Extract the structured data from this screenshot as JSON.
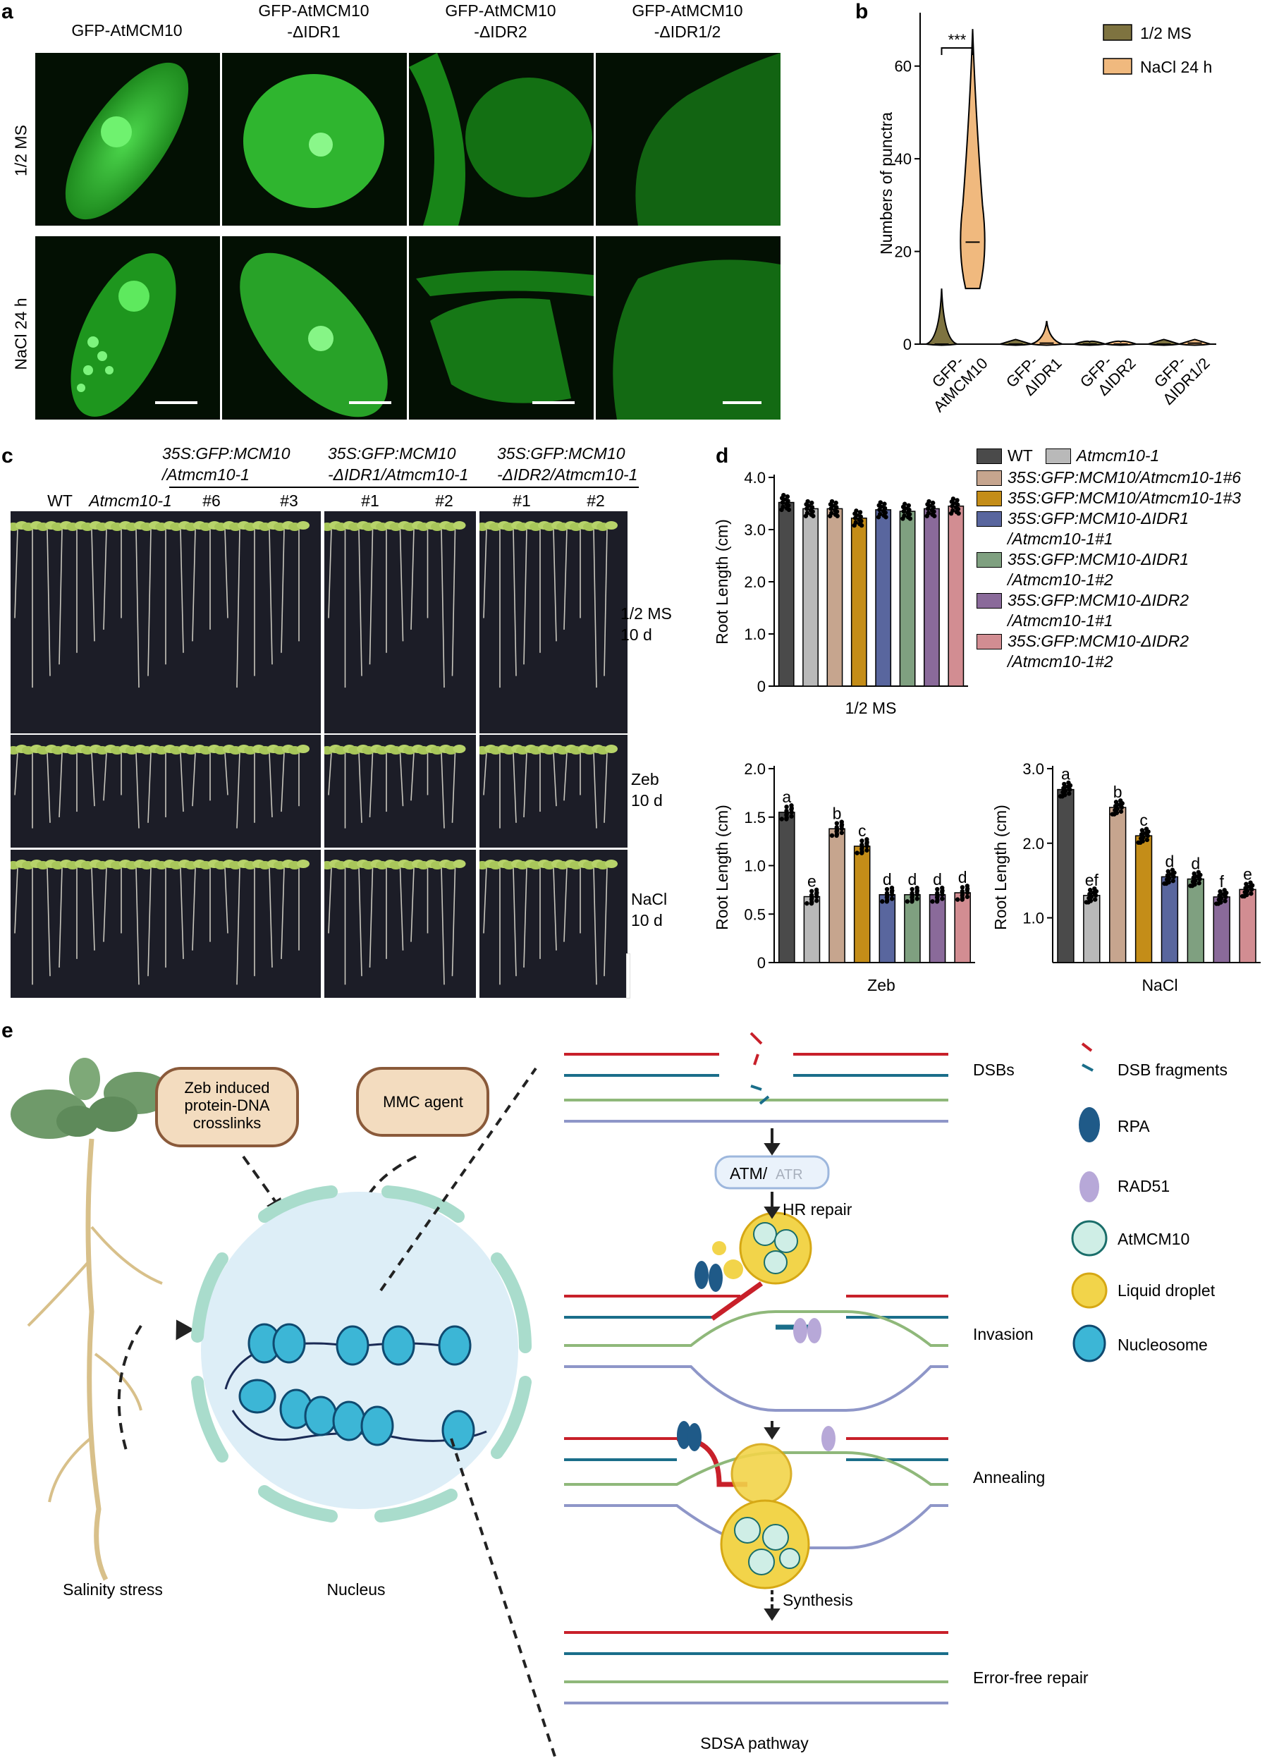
{
  "panels": {
    "a": "a",
    "b": "b",
    "c": "c",
    "d": "d",
    "e": "e"
  },
  "panel_a": {
    "columns": [
      "GFP-AtMCM10",
      "GFP-AtMCM10\n-ΔIDR1",
      "GFP-AtMCM10\n-ΔIDR2",
      "GFP-AtMCM10\n-ΔIDR1/2"
    ],
    "rows": [
      "1/2 MS",
      "NaCl 24 h"
    ]
  },
  "chart_data": [
    {
      "id": "b",
      "type": "violin",
      "ylabel": "Numbers of punctra",
      "ylim": [
        0,
        70
      ],
      "yticks": [
        0,
        20,
        40,
        60
      ],
      "categories": [
        "GFP-\nAtMCM10",
        "GFP-\nΔIDR1",
        "GFP-\nΔIDR2",
        "GFP-\nΔIDR1/2"
      ],
      "series": [
        {
          "name": "1/2 MS",
          "color": "#7e7340",
          "medians": [
            0,
            0,
            0,
            0
          ],
          "max": [
            12,
            1,
            0.5,
            1
          ]
        },
        {
          "name": "NaCl 24 h",
          "color": "#f0b97e",
          "medians": [
            22,
            0.2,
            0,
            0.2
          ],
          "max": [
            68,
            5,
            0.5,
            1
          ]
        }
      ],
      "significance": "***"
    },
    {
      "id": "d1",
      "type": "bar",
      "xlabel": "1/2 MS",
      "ylabel": "Root Length (cm)",
      "ylim": [
        0,
        4.0
      ],
      "yticks": [
        "0",
        "1.0",
        "2.0",
        "3.0",
        "4.0"
      ],
      "values": [
        3.52,
        3.4,
        3.4,
        3.22,
        3.38,
        3.35,
        3.4,
        3.45
      ]
    },
    {
      "id": "d2",
      "type": "bar",
      "xlabel": "Zeb",
      "ylabel": "Root Length (cm)",
      "ylim": [
        0,
        2.0
      ],
      "yticks": [
        "0",
        "0.5",
        "1.0",
        "1.5",
        "2.0"
      ],
      "values": [
        1.55,
        0.68,
        1.38,
        1.2,
        0.7,
        0.7,
        0.7,
        0.72
      ],
      "letters": [
        "a",
        "e",
        "b",
        "c",
        "d",
        "d",
        "d",
        "d"
      ]
    },
    {
      "id": "d3",
      "type": "bar",
      "xlabel": "NaCl",
      "ylabel": "Root Length (cm)",
      "ylim": [
        0.4,
        3.0
      ],
      "yticks": [
        "1.0",
        "2.0",
        "3.0"
      ],
      "values": [
        2.72,
        1.3,
        2.48,
        2.1,
        1.55,
        1.52,
        1.28,
        1.38
      ],
      "letters": [
        "a",
        "ef",
        "b",
        "c",
        "d",
        "d",
        "f",
        "e"
      ]
    }
  ],
  "legend_d": {
    "items": [
      {
        "label": "WT",
        "color": "#4a4a4a",
        "italic": false
      },
      {
        "label": "Atmcm10-1",
        "color": "#b9b9b9",
        "italic": true
      },
      {
        "label": "35S:GFP:MCM10/Atmcm10-1#6",
        "color": "#c6a58e",
        "italic": true
      },
      {
        "label": "35S:GFP:MCM10/Atmcm10-1#3",
        "color": "#c48d18",
        "italic": true
      },
      {
        "label": "35S:GFP:MCM10-ΔIDR1\n/Atmcm10-1#1",
        "color": "#59669e",
        "italic": true
      },
      {
        "label": "35S:GFP:MCM10-ΔIDR1\n/Atmcm10-1#2",
        "color": "#7fa080",
        "italic": true
      },
      {
        "label": "35S:GFP:MCM10-ΔIDR2\n/Atmcm10-1#1",
        "color": "#8a6a9a",
        "italic": true
      },
      {
        "label": "35S:GFP:MCM10-ΔIDR2\n/Atmcm10-1#2",
        "color": "#d28d92",
        "italic": true
      }
    ]
  },
  "panel_c": {
    "header_wt": "WT",
    "header_mut": "Atmcm10-1",
    "group1": "35S:GFP:MCM10\n/Atmcm10-1",
    "group2": "35S:GFP:MCM10\n-ΔIDR1/Atmcm10-1",
    "group3": "35S:GFP:MCM10\n-ΔIDR2/Atmcm10-1",
    "line_labels": [
      "#6",
      "#3",
      "#1",
      "#2",
      "#1",
      "#2"
    ],
    "conditions": [
      "1/2 MS\n10 d",
      "Zeb\n10 d",
      "NaCl\n10 d"
    ]
  },
  "panel_e": {
    "zeb_box": "Zeb induced\nprotein-DNA\ncrosslinks",
    "mmc_box": "MMC agent",
    "salinity": "Salinity stress",
    "nucleus": "Nucleus",
    "atm": "ATM/",
    "atr": "ATR",
    "hr_repair": "HR repair",
    "synthesis": "Synthesis",
    "steps": [
      "DSBs",
      "Invasion",
      "Annealing",
      "Error-free repair"
    ],
    "pathway": "SDSA pathway",
    "legend": [
      "DSB fragments",
      "RPA",
      "RAD51",
      "AtMCM10",
      "Liquid droplet",
      "Nucleosome"
    ]
  }
}
